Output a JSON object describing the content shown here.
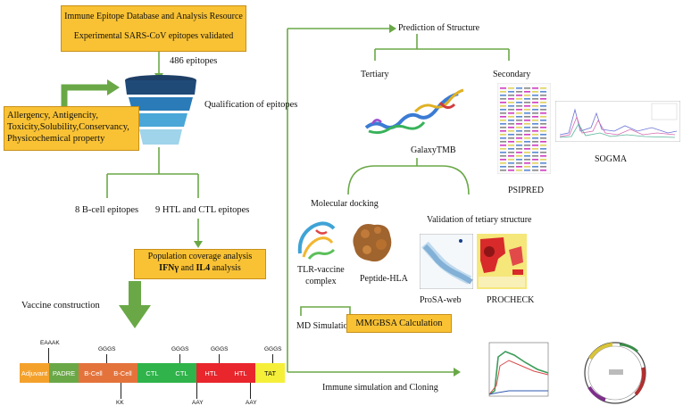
{
  "iedb": {
    "line1": "Immune Epitope Database and Analysis Resource",
    "line2": "Experimental SARS-CoV epitopes validated"
  },
  "epitope_count": "486 epitopes",
  "qualification": "Qualification of epitopes",
  "criteria": [
    "Allergency, Antigencity,",
    "Toxicity,Solubility,Conservancy,",
    "Physicochemical property"
  ],
  "b_cell": "8 B-cell epitopes",
  "htl_ctl": "9 HTL and CTL epitopes",
  "population": {
    "line1": "Population coverage analysis",
    "ifn": "IFNγ",
    "and": "and",
    "il4": "IL4",
    "analysis": "analysis"
  },
  "vaccine_construction": "Vaccine construction",
  "construct": {
    "segments": [
      {
        "label": "Adjuvant",
        "color": "#f4a12c"
      },
      {
        "label": "PADRE",
        "color": "#6aa847"
      },
      {
        "label": "B-Cell",
        "color": "#e4733b"
      },
      {
        "label": "B-Cell",
        "color": "#e4733b"
      },
      {
        "label": "CTL",
        "color": "#2fb34a"
      },
      {
        "label": "CTL",
        "color": "#2fb34a"
      },
      {
        "label": "HTL",
        "color": "#e8262c"
      },
      {
        "label": "HTL",
        "color": "#e8262c"
      },
      {
        "label": "TAT",
        "color": "#f5ef3a"
      }
    ],
    "linkers_top": [
      "EAAAK",
      "GGGS",
      "GGGS",
      "GGGS",
      "GGGS"
    ],
    "linkers_bottom": [
      "KK",
      "AAY",
      "AAY"
    ]
  },
  "prediction": "Prediction of Structure",
  "tertiary": "Tertiary",
  "secondary": "Secondary",
  "galaxytmb": "GalaxyTMB",
  "sogma": "SOGMA",
  "psipred": "PSIPRED",
  "molecular_docking": "Molecular docking",
  "validation": "Validation of tetiary structure",
  "tlr_complex": "TLR-vaccine\ncomplex",
  "peptide_hla": "Peptide-HLA",
  "prosa": "ProSA-web",
  "procheck": "PROCHECK",
  "md_simulation": "MD Simulation",
  "mmgbsa": "MMGBSA Calculation",
  "immune_cloning": "Immune simulation and Cloning",
  "colors": {
    "flow_green": "#6aa847",
    "box_orange": "#f9c234",
    "funnel_dark": "#1e3f66",
    "funnel_light": "#9fd4ea"
  }
}
